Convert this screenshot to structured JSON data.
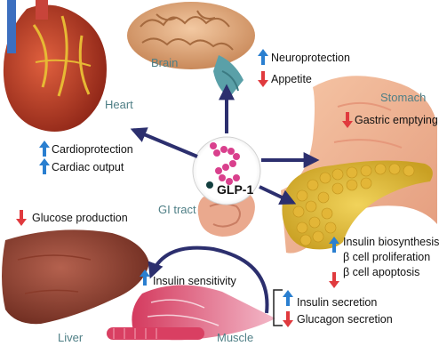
{
  "center": {
    "label": "GLP-1"
  },
  "organs": {
    "brain": "Brain",
    "heart": "Heart",
    "stomach": "Stomach",
    "gi_tract": "GI tract",
    "liver": "Liver",
    "muscle": "Muscle"
  },
  "effects": {
    "neuroprotection": "Neuroprotection",
    "appetite": "Appetite",
    "cardioprotection": "Cardioprotection",
    "cardiac_output": "Cardiac output",
    "gastric_emptying": "Gastric emptying",
    "glucose_production": "Glucose production",
    "insulin_sensitivity": "Insulin sensitivity",
    "insulin_biosynthesis": "Insulin biosynthesis",
    "beta_cell_proliferation": "β cell proliferation",
    "beta_cell_apoptosis": "β cell apoptosis",
    "insulin_secretion": "Insulin secretion",
    "glucagon_secretion": "Glucagon secretion"
  },
  "colors": {
    "up": "#2a7fd0",
    "down": "#e03a3e",
    "pathway_arrow": "#2c2f6e",
    "organ_label": "#4f7f86"
  }
}
